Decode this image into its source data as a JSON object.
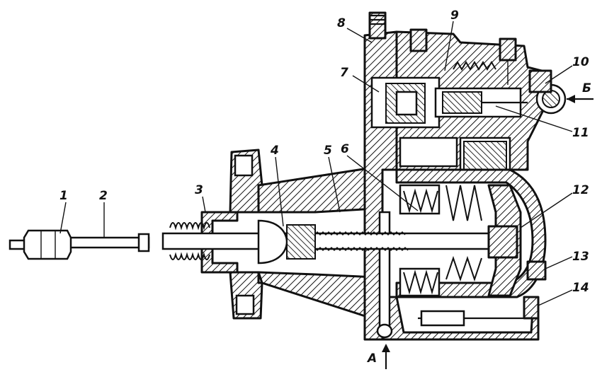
{
  "labels": [
    {
      "id": "1",
      "text": "1"
    },
    {
      "id": "2",
      "text": "2"
    },
    {
      "id": "3",
      "text": "3"
    },
    {
      "id": "4",
      "text": "4"
    },
    {
      "id": "5",
      "text": "5"
    },
    {
      "id": "6",
      "text": "6"
    },
    {
      "id": "7",
      "text": "7"
    },
    {
      "id": "8",
      "text": "8"
    },
    {
      "id": "9",
      "text": "9"
    },
    {
      "id": "10",
      "text": "10"
    },
    {
      "id": "11",
      "text": "11"
    },
    {
      "id": "12",
      "text": "12"
    },
    {
      "id": "13",
      "text": "13"
    },
    {
      "id": "14",
      "text": "14"
    }
  ],
  "arrows": {
    "a": "A",
    "b": "Б"
  }
}
